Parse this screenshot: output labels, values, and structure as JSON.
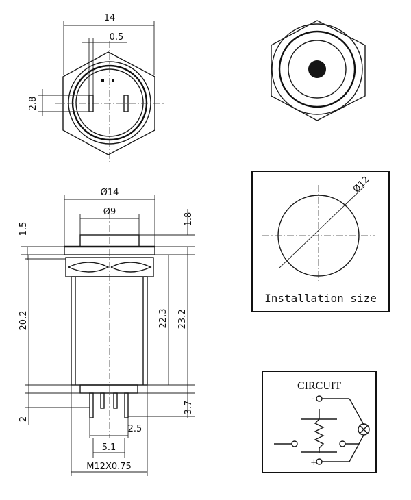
{
  "top_view": {
    "dim_width": "14",
    "dim_gap": "0.5",
    "dim_height": "2.8"
  },
  "side_view": {
    "dim_outer_dia": "Ø14",
    "dim_button_dia": "Ø9",
    "dim_top": "1.5",
    "dim_head": "1.8",
    "dim_body": "20.2",
    "dim_mid": "22.3",
    "dim_total": "23.2",
    "dim_pin": "2",
    "dim_terminal": "3.7",
    "dim_pin_offset": "2.5",
    "dim_pin_spacing": "5.1",
    "thread": "M12X0.75"
  },
  "install": {
    "dia_label": "Ø12",
    "caption": "Installation size"
  },
  "circuit": {
    "title": "CIRCUIT",
    "minus_label": "-",
    "plus_label": "+"
  }
}
